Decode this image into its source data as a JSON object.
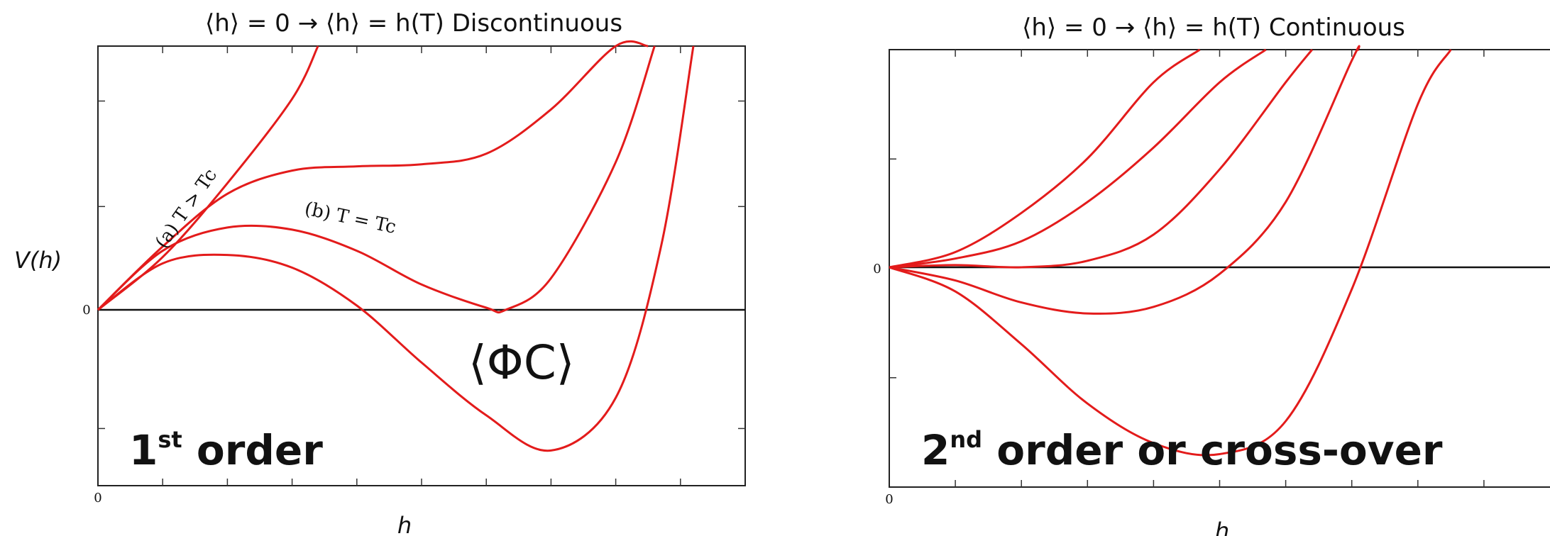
{
  "chart_data": [
    {
      "type": "line",
      "title": "⟨h⟩ = 0 → ⟨h⟩ = h(T)  Discontinuous",
      "xlabel": "h",
      "ylabel": "V(h)",
      "x_tick_label": "0",
      "y_tick_label": "0",
      "xlim": [
        0,
        1
      ],
      "ylim": [
        -1,
        1.25
      ],
      "grid": false,
      "annotations": {
        "curve_a": "(a) T > Tc",
        "curve_b": "(b) T = Tc",
        "vev": "⟨ΦC⟩",
        "order_main": "1",
        "order_sup": "st",
        "order_rest": " order"
      },
      "series": [
        {
          "x": [
            0,
            0.1,
            0.2,
            0.3,
            0.34
          ],
          "y": [
            0,
            0.25,
            0.6,
            1.0,
            1.25
          ]
        },
        {
          "x": [
            0,
            0.1,
            0.2,
            0.3,
            0.4,
            0.5,
            0.6,
            0.7,
            0.8,
            0.85
          ],
          "y": [
            0,
            0.3,
            0.55,
            0.66,
            0.68,
            0.69,
            0.74,
            0.95,
            1.25,
            1.25
          ]
        },
        {
          "x": [
            0,
            0.1,
            0.2,
            0.3,
            0.4,
            0.5,
            0.6,
            0.63,
            0.7,
            0.8,
            0.86
          ],
          "y": [
            0,
            0.28,
            0.39,
            0.38,
            0.28,
            0.12,
            0.01,
            0,
            0.15,
            0.7,
            1.25
          ]
        },
        {
          "x": [
            0,
            0.1,
            0.2,
            0.3,
            0.4,
            0.5,
            0.6,
            0.7,
            0.8,
            0.87,
            0.92
          ],
          "y": [
            0,
            0.22,
            0.26,
            0.2,
            0.02,
            -0.3,
            -0.6,
            -0.8,
            -0.5,
            0.3,
            1.25
          ]
        }
      ]
    },
    {
      "type": "line",
      "title": "⟨h⟩ = 0 → ⟨h⟩ = h(T)  Continuous",
      "xlabel": "h",
      "ylabel": "",
      "x_tick_label": "0",
      "y_tick_label": "0",
      "xlim": [
        0,
        1
      ],
      "ylim": [
        -1,
        1
      ],
      "grid": false,
      "annotations": {
        "order_main": "2",
        "order_sup": "nd",
        "order_rest": " order or cross-over"
      },
      "series": [
        {
          "x": [
            0,
            0.1,
            0.2,
            0.3,
            0.4,
            0.47
          ],
          "y": [
            0,
            0.07,
            0.25,
            0.5,
            0.85,
            1.0
          ]
        },
        {
          "x": [
            0,
            0.1,
            0.2,
            0.3,
            0.4,
            0.5,
            0.57
          ],
          "y": [
            0,
            0.04,
            0.12,
            0.3,
            0.55,
            0.85,
            1.0
          ]
        },
        {
          "x": [
            0,
            0.1,
            0.2,
            0.3,
            0.4,
            0.5,
            0.6,
            0.64
          ],
          "y": [
            0,
            0.01,
            0.0,
            0.03,
            0.15,
            0.45,
            0.85,
            1.0
          ]
        },
        {
          "x": [
            0,
            0.1,
            0.2,
            0.3,
            0.4,
            0.5,
            0.6,
            0.7,
            0.71
          ],
          "y": [
            0,
            -0.06,
            -0.16,
            -0.21,
            -0.18,
            -0.03,
            0.3,
            0.95,
            1.0
          ]
        },
        {
          "x": [
            0,
            0.1,
            0.2,
            0.3,
            0.4,
            0.5,
            0.6,
            0.7,
            0.8,
            0.85
          ],
          "y": [
            0,
            -0.11,
            -0.35,
            -0.62,
            -0.8,
            -0.85,
            -0.7,
            -0.1,
            0.75,
            1.0
          ]
        }
      ]
    }
  ]
}
